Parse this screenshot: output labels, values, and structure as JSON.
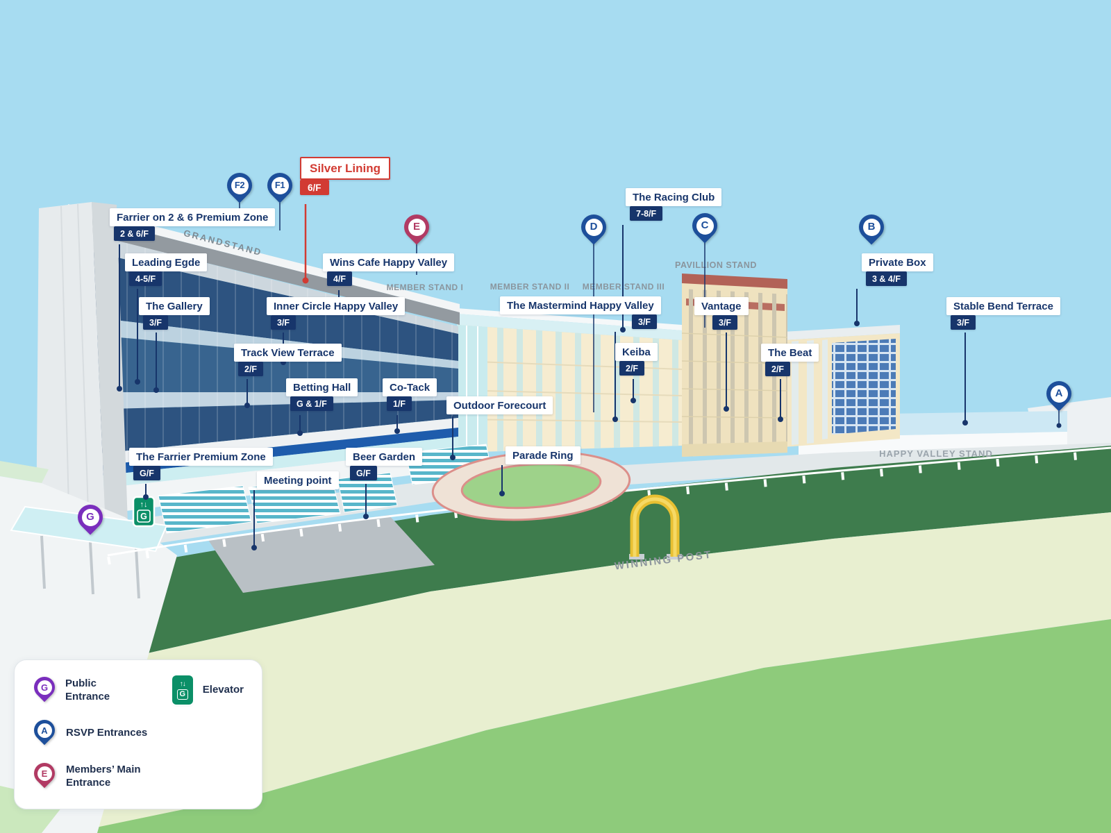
{
  "highlight": {
    "name": "Silver Lining",
    "floor": "6/F"
  },
  "venues": [
    {
      "name": "Farrier on 2 & 6 Premium Zone",
      "floor": "2 & 6/F"
    },
    {
      "name": "Leading Egde",
      "floor": "4-5/F"
    },
    {
      "name": "The Gallery",
      "floor": "3/F"
    },
    {
      "name": "Wins Cafe Happy Valley",
      "floor": "4/F"
    },
    {
      "name": "Inner Circle Happy Valley",
      "floor": "3/F"
    },
    {
      "name": "Track View Terrace",
      "floor": "2/F"
    },
    {
      "name": "Betting Hall",
      "floor": "G & 1/F"
    },
    {
      "name": "Co-Tack",
      "floor": "1/F"
    },
    {
      "name": "Outdoor Forecourt",
      "floor": ""
    },
    {
      "name": "The Mastermind Happy Valley",
      "floor": "3/F"
    },
    {
      "name": "Keiba",
      "floor": "2/F"
    },
    {
      "name": "The Racing Club",
      "floor": "7-8/F"
    },
    {
      "name": "Vantage",
      "floor": "3/F"
    },
    {
      "name": "The Beat",
      "floor": "2/F"
    },
    {
      "name": "Private Box",
      "floor": "3 & 4/F"
    },
    {
      "name": "Stable Bend Terrace",
      "floor": "3/F"
    },
    {
      "name": "The Farrier Premium Zone",
      "floor": "G/F"
    },
    {
      "name": "Meeting point",
      "floor": ""
    },
    {
      "name": "Beer Garden",
      "floor": "G/F"
    },
    {
      "name": "Parade Ring",
      "floor": ""
    }
  ],
  "entrances": [
    {
      "letter": "F2"
    },
    {
      "letter": "F1"
    },
    {
      "letter": "E"
    },
    {
      "letter": "D"
    },
    {
      "letter": "C"
    },
    {
      "letter": "B"
    },
    {
      "letter": "A"
    },
    {
      "letter": "G"
    }
  ],
  "map_texts": {
    "grandstand": "GRANDSTAND",
    "member_stand_1": "MEMBER STAND I",
    "member_stand_2": "MEMBER STAND II",
    "member_stand_3": "MEMBER STAND III",
    "pavillion_stand": "PAVILLION STAND",
    "happy_valley_stand": "HAPPY VALLEY STAND",
    "winning_post": "WINNING POST"
  },
  "elevator_sign": {
    "arrows": "↑↓",
    "letter": "G"
  },
  "legend": {
    "public": {
      "icon": "G",
      "label": "Public Entrance"
    },
    "elevator": {
      "label": "Elevator"
    },
    "rsvp": {
      "icon": "A",
      "label": "RSVP Entrances"
    },
    "members": {
      "icon": "E",
      "label": "Members’ Main Entrance"
    }
  },
  "colors": {
    "navy": "#17356B",
    "highlight_red": "#D23B33",
    "pin_blue": "#1D4F9B",
    "pin_purple": "#7A2EBD",
    "pin_maroon": "#B13A63",
    "elevator_green": "#0B8F67",
    "sky": "#A7DCF1",
    "grass_dark": "#3E7C4D",
    "grass_light": "#8ECB7B"
  }
}
